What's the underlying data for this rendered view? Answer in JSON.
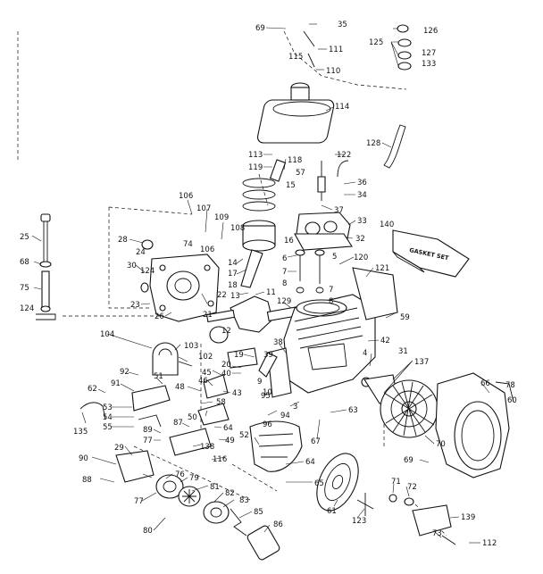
{
  "callouts": {
    "c69": "69",
    "c35": "35",
    "c126": "126",
    "c125": "125",
    "c127": "127",
    "c133": "133",
    "c111": "111",
    "c115": "115",
    "c110": "110",
    "c114": "114",
    "c128": "128",
    "c113": "113",
    "c119": "119",
    "c118": "118",
    "c57": "57",
    "c15": "15",
    "c122": "122",
    "c36": "36",
    "c34": "34",
    "c37": "37",
    "c33": "33",
    "c106a": "106",
    "c107": "107",
    "c109": "109",
    "c108": "108",
    "c74": "74",
    "c106b": "106",
    "c16": "16",
    "c32": "32",
    "c140": "140",
    "c25": "25",
    "c68": "68",
    "c75": "75",
    "c124a": "124",
    "c28": "28",
    "c24": "24",
    "c30": "30",
    "c124b": "124",
    "c23": "23",
    "c26": "26",
    "c21": "21",
    "c14": "14",
    "c17": "17",
    "c18": "18",
    "c13": "13",
    "c11": "11",
    "c22": "22",
    "c12": "12",
    "c6": "6",
    "c5": "5",
    "c7a": "7",
    "c8a": "8",
    "c7b": "7",
    "c8b": "8",
    "c120": "120",
    "c121": "121",
    "c59": "59",
    "c129": "129",
    "c42": "42",
    "c31": "31",
    "c104": "104",
    "c103": "103",
    "c102": "102",
    "c38": "38",
    "c19": "19",
    "c39": "39",
    "c20": "20",
    "c40": "40",
    "c45": "45",
    "c48": "48",
    "c46": "46",
    "c43": "43",
    "c4": "4",
    "c9": "9",
    "c10": "10",
    "c137": "137",
    "c66": "66",
    "c78": "78",
    "c60": "60",
    "c92": "92",
    "c51": "51",
    "c91": "91",
    "c62": "62",
    "c53": "53",
    "c54": "54",
    "c55": "55",
    "c135": "135",
    "c58": "58",
    "c95": "95",
    "c94": "94",
    "c3": "3",
    "c96": "96",
    "c50": "50",
    "c64a": "64",
    "c49": "49",
    "c87": "87",
    "c89": "89",
    "c77a": "77",
    "c138": "138",
    "c116": "116",
    "c52": "52",
    "c63": "63",
    "c67": "67",
    "c70": "70",
    "c69b": "69",
    "c90": "90",
    "c29": "29",
    "c88": "88",
    "c76": "76",
    "c79": "79",
    "c77b": "77",
    "c81": "81",
    "c82": "82",
    "c83": "83",
    "c80": "80",
    "c85": "85",
    "c86": "86",
    "c64b": "64",
    "c65": "65",
    "c61": "61",
    "c123": "123",
    "c71": "71",
    "c72": "72",
    "c139": "139",
    "c73": "73",
    "c112": "112"
  },
  "gasket_set_label": "GASKET SET"
}
